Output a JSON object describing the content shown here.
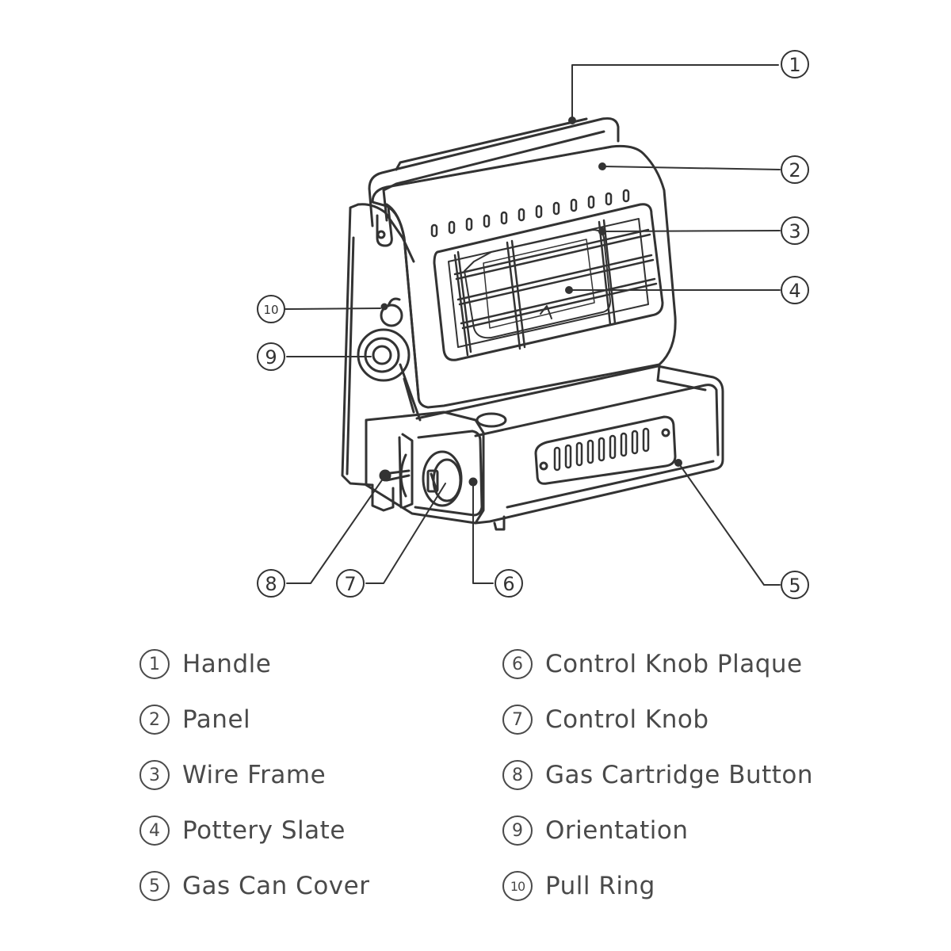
{
  "callouts": {
    "c1": "1",
    "c2": "2",
    "c3": "3",
    "c4": "4",
    "c5": "5",
    "c6": "6",
    "c7": "7",
    "c8": "8",
    "c9": "9",
    "c10": "10"
  },
  "legend": {
    "i1": {
      "num": "1",
      "label": "Handle"
    },
    "i2": {
      "num": "2",
      "label": "Panel"
    },
    "i3": {
      "num": "3",
      "label": "Wire Frame"
    },
    "i4": {
      "num": "4",
      "label": "Pottery Slate"
    },
    "i5": {
      "num": "5",
      "label": "Gas Can Cover"
    },
    "i6": {
      "num": "6",
      "label": "Control Knob Plaque"
    },
    "i7": {
      "num": "7",
      "label": "Control Knob"
    },
    "i8": {
      "num": "8",
      "label": "Gas Cartridge Button"
    },
    "i9": {
      "num": "9",
      "label": "Orientation"
    },
    "i10": {
      "num": "10",
      "label": "Pull Ring"
    }
  },
  "colors": {
    "line": "#333333",
    "text": "#4a4a4a",
    "background": "#ffffff"
  }
}
